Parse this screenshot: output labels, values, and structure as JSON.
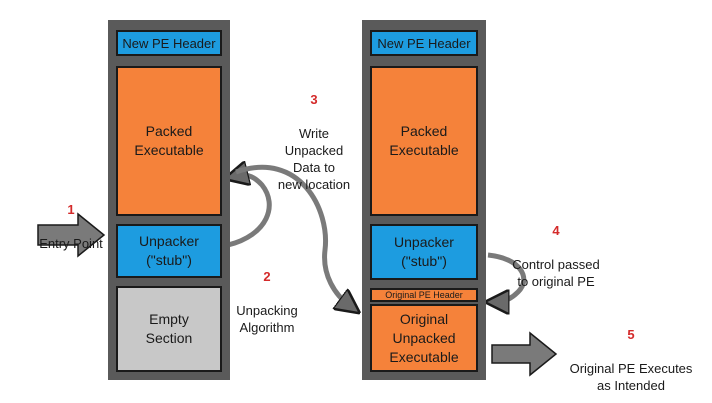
{
  "left_stack": {
    "header": "New PE Header",
    "packed": "Packed\nExecutable",
    "unpacker": "Unpacker\n(\"stub\")",
    "empty": "Empty\nSection"
  },
  "right_stack": {
    "header": "New PE Header",
    "packed": "Packed\nExecutable",
    "unpacker": "Unpacker\n(\"stub\")",
    "orig_header": "Original PE Header",
    "orig_unpacked": "Original\nUnpacked\nExecutable"
  },
  "steps": [
    {
      "num": "1",
      "text": "Entry Point"
    },
    {
      "num": "2",
      "text": "Unpacking\nAlgorithm"
    },
    {
      "num": "3",
      "text": "Write\nUnpacked\nData to\nnew location"
    },
    {
      "num": "4",
      "text": "Control passed\nto original PE"
    },
    {
      "num": "5",
      "text": "Original PE Executes\nas Intended"
    }
  ],
  "colors": {
    "blue": "#1d9ce0",
    "orange": "#f5823a",
    "gray": "#c8c8c8",
    "frame": "#5a5a5a",
    "step_number": "#d42a2a"
  }
}
